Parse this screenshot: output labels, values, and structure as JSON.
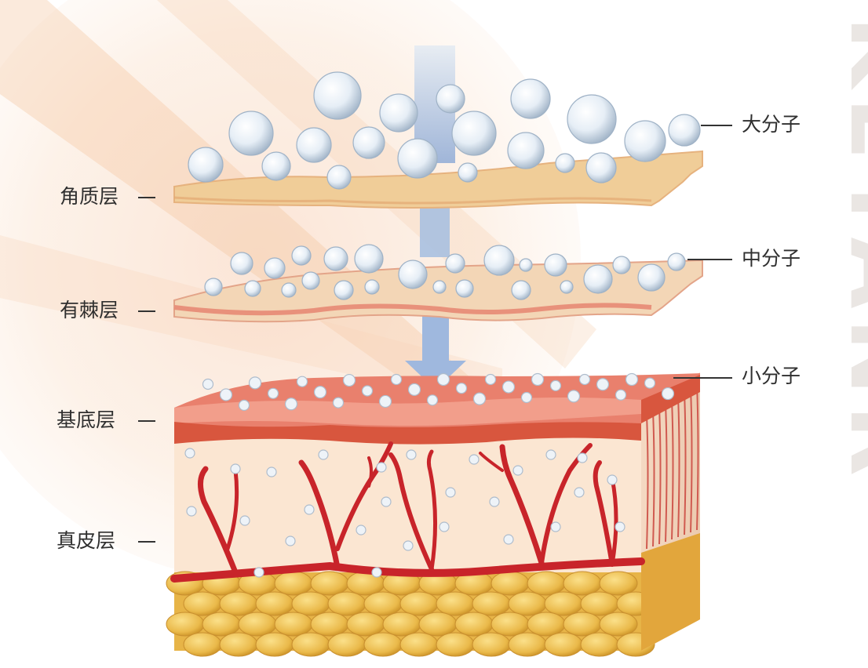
{
  "labels": {
    "stratum_corneum": "角质层",
    "stratum_spinosum": "有棘层",
    "stratum_basale": "基底层",
    "dermis": "真皮层",
    "large_molecule": "大分子",
    "medium_molecule": "中分子",
    "small_molecule": "小分子"
  },
  "watermark": "KEYANR",
  "colors": {
    "corneum": "#f0cd98",
    "spinosum": "#eec3a4",
    "basale": "#e9806d",
    "dermis": "#fbe6d2",
    "vessel": "#c8242a",
    "fat": "#e7b447",
    "arrow": "#9fb8de",
    "molecule": "#d7e2ee",
    "sunburst": "#f6c9a3"
  }
}
